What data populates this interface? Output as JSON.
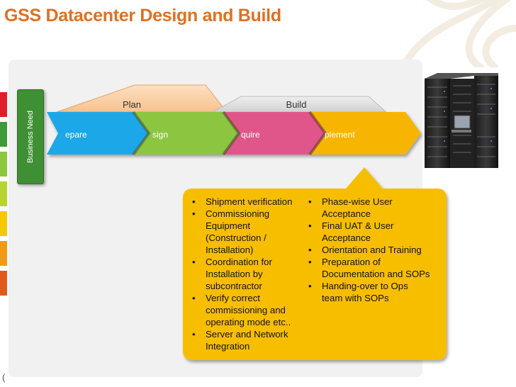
{
  "title": "GSS Datacenter Design and Build",
  "phases": {
    "plan": "Plan",
    "build": "Build"
  },
  "business_need": "Business Need",
  "steps": [
    {
      "label": "epare",
      "color": "#1aa8e8"
    },
    {
      "label": "sign",
      "color": "#8cc63f"
    },
    {
      "label": "quire",
      "color": "#e0578a"
    },
    {
      "label": "plement",
      "color": "#f7b400"
    }
  ],
  "callout": {
    "color": "#f7be00",
    "left_items": [
      "Shipment verification",
      "Commissioning Equipment (Construction / Installation)",
      "Coordination for Installation by subcontractor",
      "Verify correct commissioning and operating mode etc..",
      "Server and Network Integration"
    ],
    "right_items": [
      "Phase-wise User Acceptance",
      "Final UAT & User Acceptance",
      "Orientation and Training",
      "Preparation of Documentation and SOPs",
      "Handing-over to Ops team with SOPs"
    ]
  },
  "footer_mark": "(",
  "strip_colors": [
    "#e21d2a",
    "#3f9a3a",
    "#8dc63f",
    "#b7d433",
    "#f6c800",
    "#f29a17",
    "#e25a1b"
  ],
  "icons": {
    "server_rack": "server-rack-icon",
    "watermark": "swirl-watermark-icon"
  }
}
